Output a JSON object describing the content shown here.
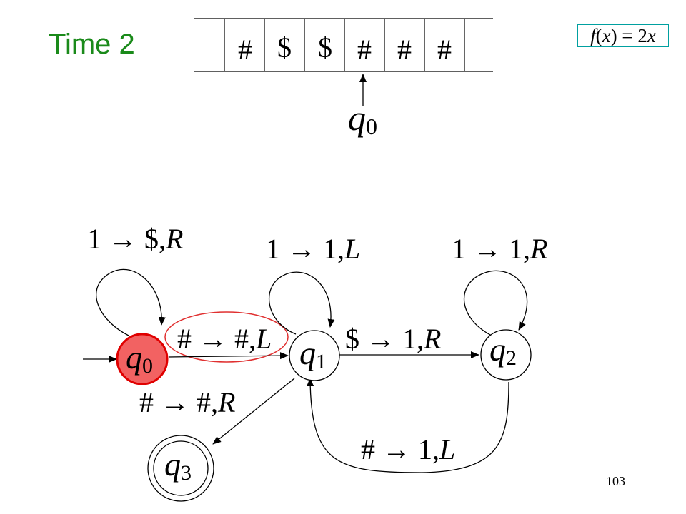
{
  "slide": {
    "title": "Time 2",
    "page_number": "103",
    "formula": {
      "lhs": "f",
      "arg": "x",
      "rhs_coef": "2",
      "rhs_var": "x"
    }
  },
  "tape": {
    "cells": [
      "#",
      "$",
      "$",
      "#",
      "#",
      "#"
    ],
    "head_state": {
      "letter": "q",
      "sub": "0"
    }
  },
  "states": [
    {
      "id": "q0",
      "letter": "q",
      "sub": "0",
      "active": true,
      "accepting": false
    },
    {
      "id": "q1",
      "letter": "q",
      "sub": "1",
      "active": false,
      "accepting": false
    },
    {
      "id": "q2",
      "letter": "q",
      "sub": "2",
      "active": false,
      "accepting": false
    },
    {
      "id": "q3",
      "letter": "q",
      "sub": "3",
      "active": false,
      "accepting": true
    }
  ],
  "transitions": {
    "q0_loop": {
      "read": "1",
      "write": "$,",
      "move": "R"
    },
    "q1_loop": {
      "read": "1",
      "write": "1,",
      "move": "L"
    },
    "q2_loop": {
      "read": "1",
      "write": "1,",
      "move": "R"
    },
    "q0_q1": {
      "read": "#",
      "write": "#,",
      "move": "L",
      "highlighted": true
    },
    "q1_q2": {
      "read": "$",
      "write": "1,",
      "move": "R"
    },
    "q1_q3": {
      "read": "#",
      "write": "#,",
      "move": "R"
    },
    "q2_q1": {
      "read": "#",
      "write": "1,",
      "move": "L"
    }
  },
  "colors": {
    "title": "#1a8a1a",
    "active_state_fill": "#f26262",
    "active_state_stroke": "#e00000",
    "highlight_ellipse": "#e03030",
    "formula_border": "#00a0a0"
  }
}
